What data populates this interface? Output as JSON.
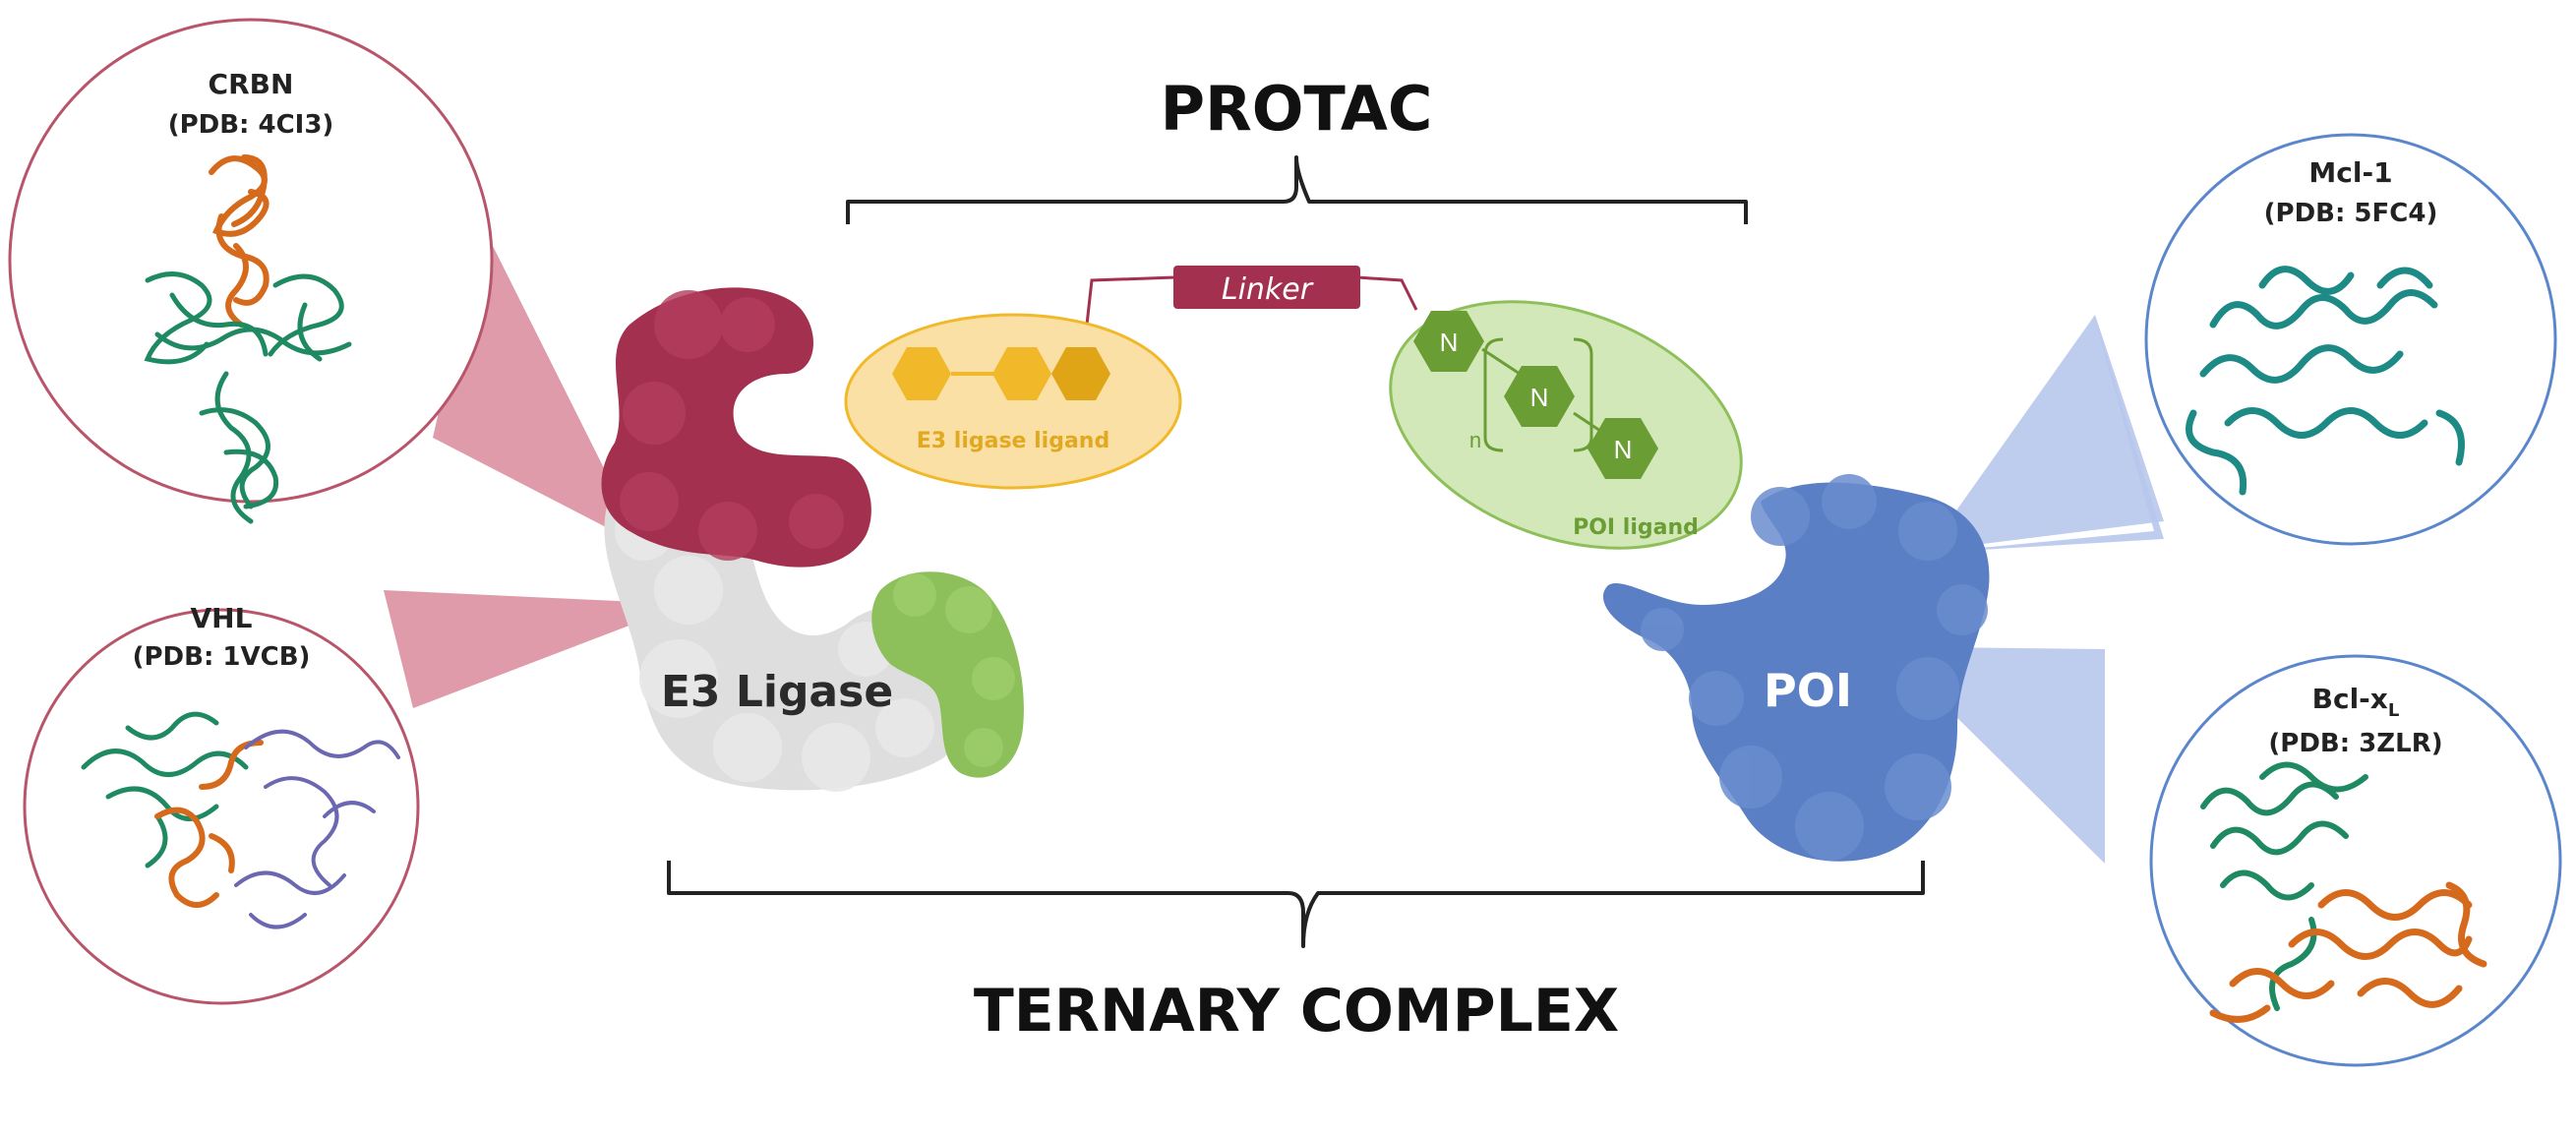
{
  "headings": {
    "protac": "PROTAC",
    "ternary": "TERNARY COMPLEX"
  },
  "labels": {
    "linker": "Linker",
    "e3_ligand": "E3 ligase ligand",
    "poi_ligand": "POI ligand",
    "e3_ligase": "E3 Ligase",
    "poi": "POI",
    "n_atom": "N",
    "repeat_n": "n"
  },
  "structures": {
    "crbn": {
      "name": "CRBN",
      "pdb": "(PDB: 4CI3)"
    },
    "vhl": {
      "name": "VHL",
      "pdb": "(PDB: 1VCB)"
    },
    "mcl1": {
      "name": "Mcl-1",
      "pdb": "(PDB: 5FC4)"
    },
    "bclxl": {
      "name": "Bcl-x",
      "sub": "L",
      "pdb": "(PDB: 3ZLR)"
    }
  },
  "colors": {
    "e3_red": "#a3304f",
    "e3_gray": "#dedede",
    "e3_green": "#8dc05a",
    "poi_blue": "#5b7fc4",
    "ligand_yellow": "#f1b92a",
    "ligand_green": "#6a9e35",
    "pink_circle": "#b9556a",
    "blue_circle": "#5a86cc"
  }
}
